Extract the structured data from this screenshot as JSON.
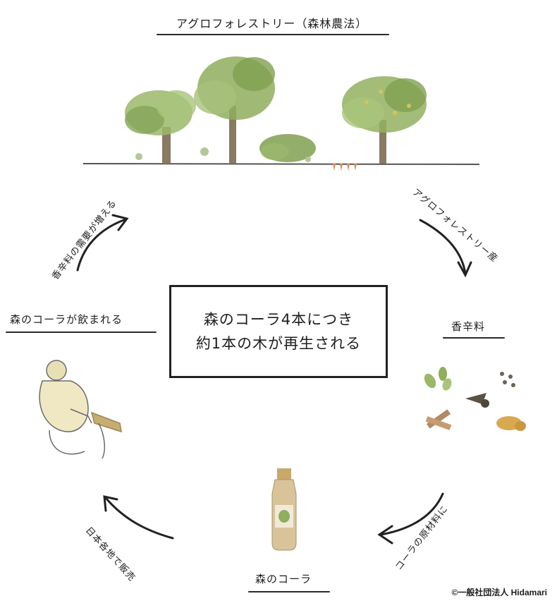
{
  "title": "アグロフォレストリー（森林農法）",
  "center_text": {
    "line1": "森のコーラ4本につき",
    "line2": "約1本の木が再生される"
  },
  "steps": {
    "agroforestry_origin": "アグロフォレストリー産",
    "spices": "香辛料",
    "raw_material": "コーラの原材料に",
    "cola": "森のコーラ",
    "sold": "日本各地で販売",
    "drunk": "森のコーラが飲まれる",
    "demand": "香辛料の需要が増える"
  },
  "copyright": "©一般社団法人 Hidamari",
  "colors": {
    "ink": "#1e1e1e",
    "leaf": "#8fae5e",
    "leaf_dark": "#6d8f45",
    "trunk": "#8a7a62",
    "bottle": "#c9b48a"
  }
}
